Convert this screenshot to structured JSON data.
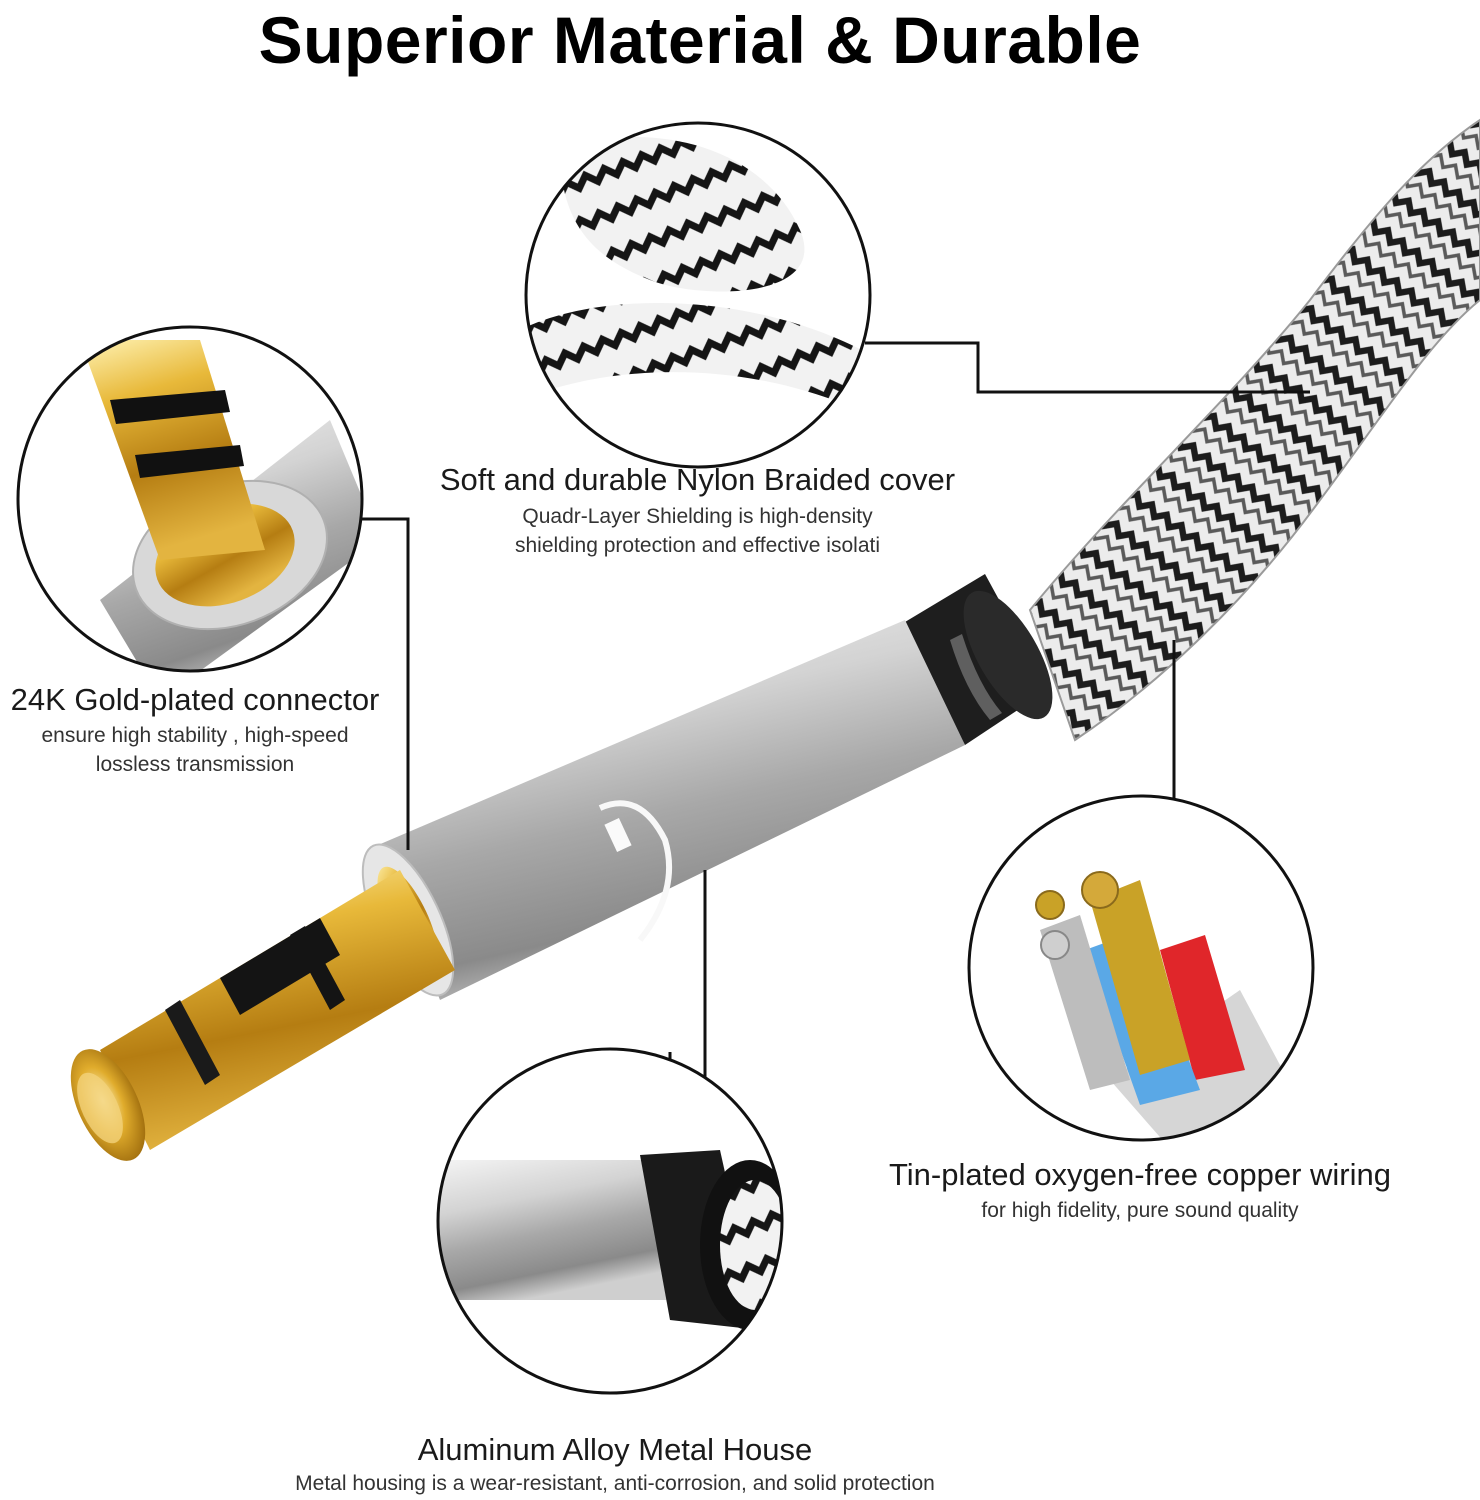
{
  "title": "Superior Material & Durable",
  "features": {
    "nylon": {
      "icon": "braided-cable-icon",
      "title": "Soft and durable Nylon Braided cover",
      "desc1": "Quadr-Layer Shielding is high-density",
      "desc2": "shielding protection and effective isolati"
    },
    "gold": {
      "icon": "gold-connector-icon",
      "title": "24K Gold-plated connector",
      "desc1": "ensure high stability , high-speed",
      "desc2": "lossless transmission"
    },
    "copper": {
      "icon": "copper-wiring-icon",
      "title": "Tin-plated oxygen-free copper wiring",
      "desc1": "for high fidelity, pure sound quality"
    },
    "aluminum": {
      "icon": "aluminum-housing-icon",
      "title": "Aluminum Alloy Metal House",
      "desc1": "Metal housing is a wear-resistant, anti-corrosion, and solid protection"
    }
  },
  "colors": {
    "gold": "#d9a82c",
    "silver": "#c9c9c9",
    "braid_dark": "#1c1c1c",
    "braid_light": "#e8e8e8",
    "wire_red": "#e0262a",
    "wire_blue": "#5aa8e6"
  }
}
